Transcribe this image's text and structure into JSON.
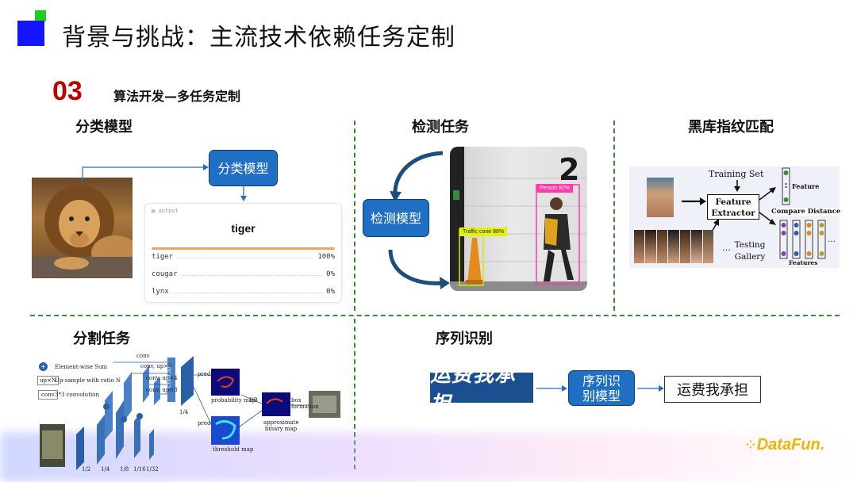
{
  "header": {
    "title": "背景与挑战：主流技术依赖任务定制"
  },
  "section": {
    "number": "03",
    "subtitle": "算法开发—多任务定制"
  },
  "classification": {
    "title": "分类模型",
    "model_label": "分类模型",
    "output_tag": "output",
    "prediction": "tiger",
    "rows": [
      {
        "label": "tiger",
        "value": "100%"
      },
      {
        "label": "cougar",
        "value": "0%"
      },
      {
        "label": "lynx",
        "value": "0%"
      }
    ]
  },
  "detection": {
    "title": "检测任务",
    "model_label": "检测模型",
    "boxes": [
      {
        "label": "Person  92%"
      },
      {
        "label": "Traffic cone  88%"
      }
    ],
    "wall_number": "2"
  },
  "fingerprint": {
    "title": "黑库指纹匹配",
    "training_set": "Training Set",
    "extractor": "Feature Extractor",
    "feature": "Feature",
    "compare_distance": "Compare Distance",
    "testing_gallery": "Testing Gallery",
    "features": "Features"
  },
  "segmentation": {
    "title": "分割任务",
    "legend": [
      {
        "symbol": "+",
        "text": "Element-wise Sum"
      },
      {
        "symbol": "up×N",
        "text": "Up-sample with ratio N"
      },
      {
        "symbol": "conv",
        "text": "3*3 convolution"
      }
    ],
    "labels": {
      "conv": "conv",
      "conv_up2": "conv, up×2",
      "conv_up4": "conv, up×4",
      "conv_up8": "conv, up×8",
      "concat": "CONCAT",
      "pred1": "pred",
      "pred2": "pred",
      "prob_map": "probability map",
      "thresh_map": "threshold map",
      "db": "DB",
      "approx": "approximate binary map",
      "box_formation": "box formation",
      "quarter": "1/4"
    },
    "scales": [
      "1/2",
      "1/4",
      "1/8",
      "1/16",
      "1/32"
    ]
  },
  "sequence": {
    "title": "序列识别",
    "input_text": "运费我承担",
    "model_label": "序列识别模型",
    "result_text": "运费我承担"
  },
  "brand": {
    "logo_text": "DataFun."
  },
  "colors": {
    "accent_blue": "#1f6fc5",
    "accent_red": "#c00000",
    "divider_green": "#3a8a3a",
    "logo_yellow": "#f0b400"
  }
}
